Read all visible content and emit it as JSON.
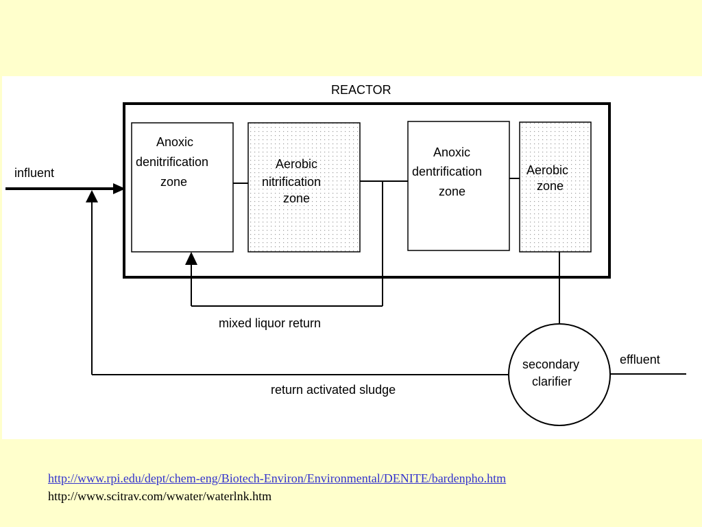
{
  "diagram": {
    "title": "REACTOR",
    "zones": [
      {
        "lines": [
          "Anoxic",
          "denitrification",
          "zone"
        ],
        "fill": "plain"
      },
      {
        "lines": [
          "Aerobic",
          "nitrification",
          "zone"
        ],
        "fill": "dotted"
      },
      {
        "lines": [
          "Anoxic",
          "dentrification",
          "zone"
        ],
        "fill": "plain"
      },
      {
        "lines": [
          "Aerobic",
          "zone"
        ],
        "fill": "dotted"
      }
    ],
    "clarifier": {
      "lines": [
        "secondary",
        "clarifier"
      ]
    },
    "labels": {
      "influent": "influent",
      "effluent": "effluent",
      "mixed_liquor_return": "mixed liquor return",
      "return_activated_sludge": "return activated sludge"
    },
    "colors": {
      "ink": "#000000",
      "panel": "#ffffff",
      "page": "#ffffcc",
      "dots": "#9a9a9a"
    }
  },
  "links": {
    "primary": "http://www.rpi.edu/dept/chem-eng/Biotech-Environ/Environmental/DENITE/bardenpho.htm",
    "secondary": "http://www.scitrav.com/wwater/waterlnk.htm"
  }
}
